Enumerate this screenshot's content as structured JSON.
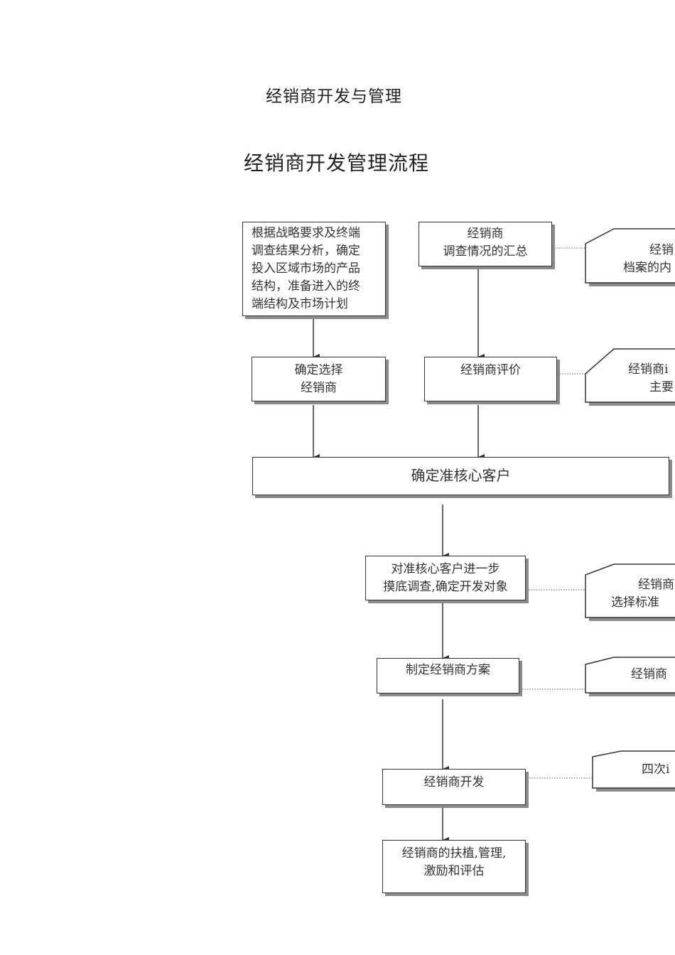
{
  "doc": {
    "title": "经销商开发与管理",
    "subtitle": "经销商开发管理流程"
  },
  "flow": {
    "strategy_box": [
      "根据战略要求及终端",
      "调查结果分析，确定",
      "投入区域市场的产品",
      "结构，准备进入的终",
      "端结构及市场计划"
    ],
    "survey_box": [
      "经销商",
      "调查情况的汇总"
    ],
    "select_box": [
      "确定选择",
      "经销商"
    ],
    "evaluate_box": [
      "经销商评价"
    ],
    "core_box": [
      "确定准核心客户"
    ],
    "target_box": [
      "对准核心客户进一步",
      "摸底调查,确定开发对象"
    ],
    "plan_box": [
      "制定经销商方案"
    ],
    "develop_box": [
      "经销商开发"
    ],
    "support_box": [
      "经销商的扶植,管理,",
      "激励和评估"
    ]
  },
  "notes": {
    "note1": [
      "经销",
      "档案的内"
    ],
    "note2": [
      "经销商i",
      "主要"
    ],
    "note3": [
      "经销商",
      "选择标准"
    ],
    "note4": [
      "经销商"
    ],
    "note5": [
      "四次i"
    ]
  }
}
